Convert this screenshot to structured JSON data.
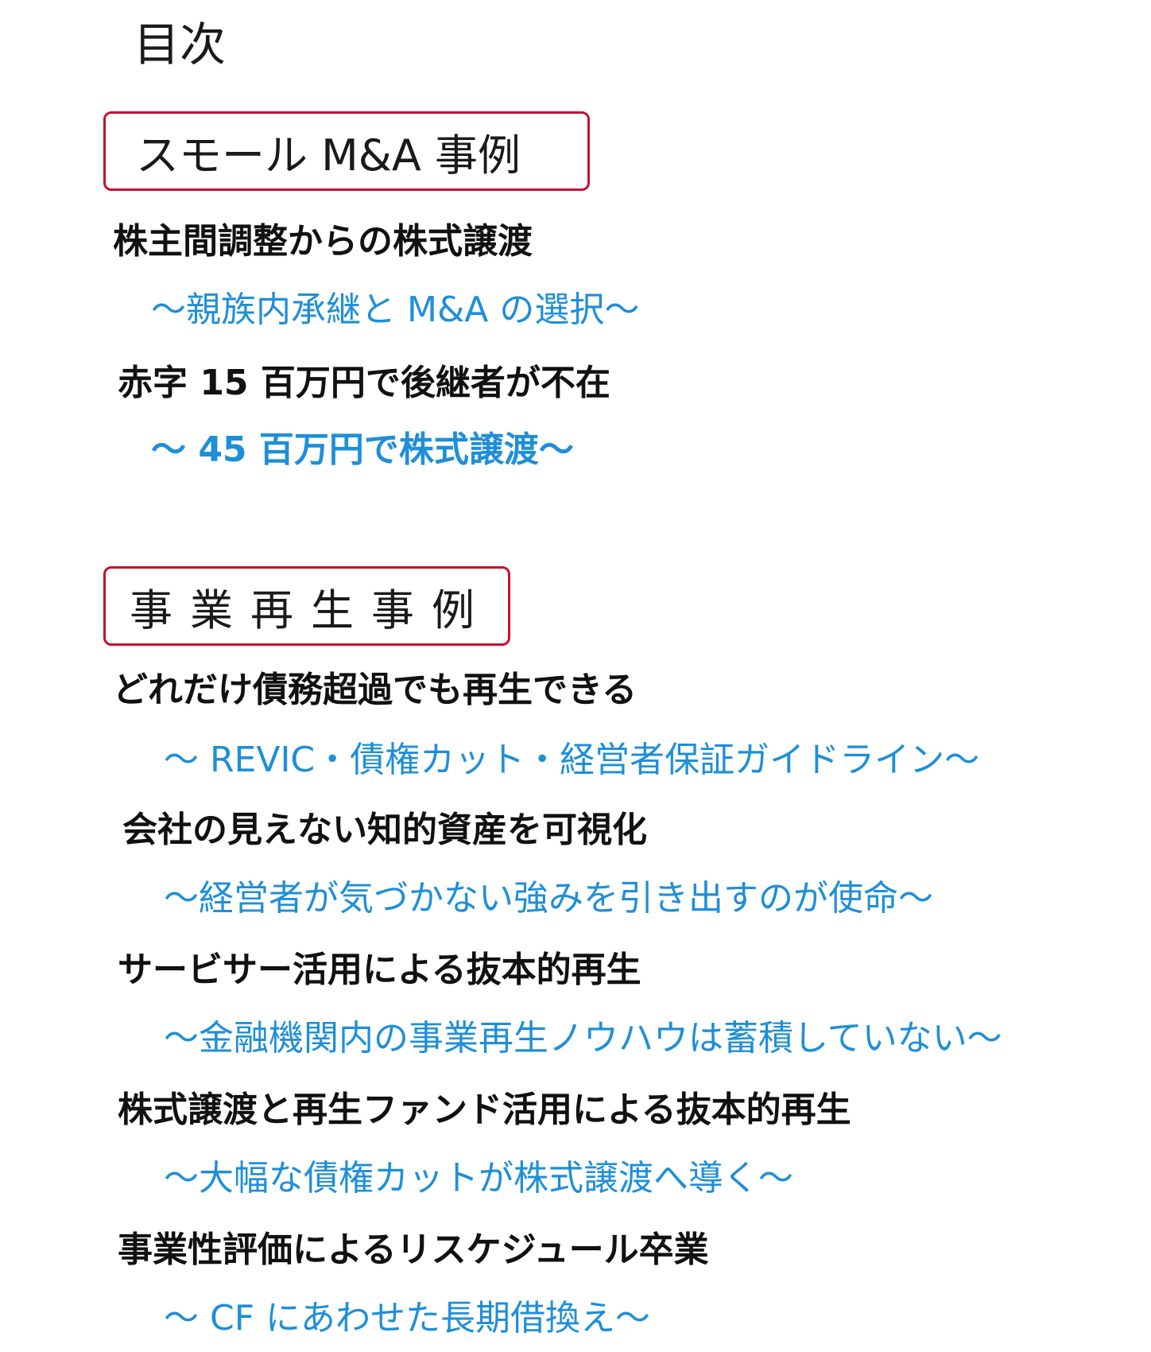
{
  "page": {
    "title": "目次"
  },
  "sections": [
    {
      "label": "スモール M&A 事例",
      "items": [
        {
          "title": "株主間調整からの株式譲渡",
          "subtitle": "〜親族内承継と M&A の選択〜"
        },
        {
          "title": "赤字 15 百万円で後継者が不在",
          "subtitle": "〜 45 百万円で株式譲渡〜"
        }
      ]
    },
    {
      "label": "事業再生事例",
      "items": [
        {
          "title": "どれだけ債務超過でも再生できる",
          "subtitle": "〜 REVIC・債権カット・経営者保証ガイドライン〜"
        },
        {
          "title": "会社の見えない知的資産を可視化",
          "subtitle": "〜経営者が気づかない強みを引き出すのが使命〜"
        },
        {
          "title": "サービサー活用による抜本的再生",
          "subtitle": "〜金融機関内の事業再生ノウハウは蓄積していない〜"
        },
        {
          "title": "株式譲渡と再生ファンド活用による抜本的再生",
          "subtitle": "〜大幅な債権カットが株式譲渡へ導く〜"
        },
        {
          "title": "事業性評価によるリスケジュール卒業",
          "subtitle": "〜 CF にあわせた長期借換え〜"
        }
      ]
    }
  ],
  "colors": {
    "section_border": "#c8102e",
    "subtitle_text": "#1e8fd8",
    "title_text": "#111111"
  }
}
